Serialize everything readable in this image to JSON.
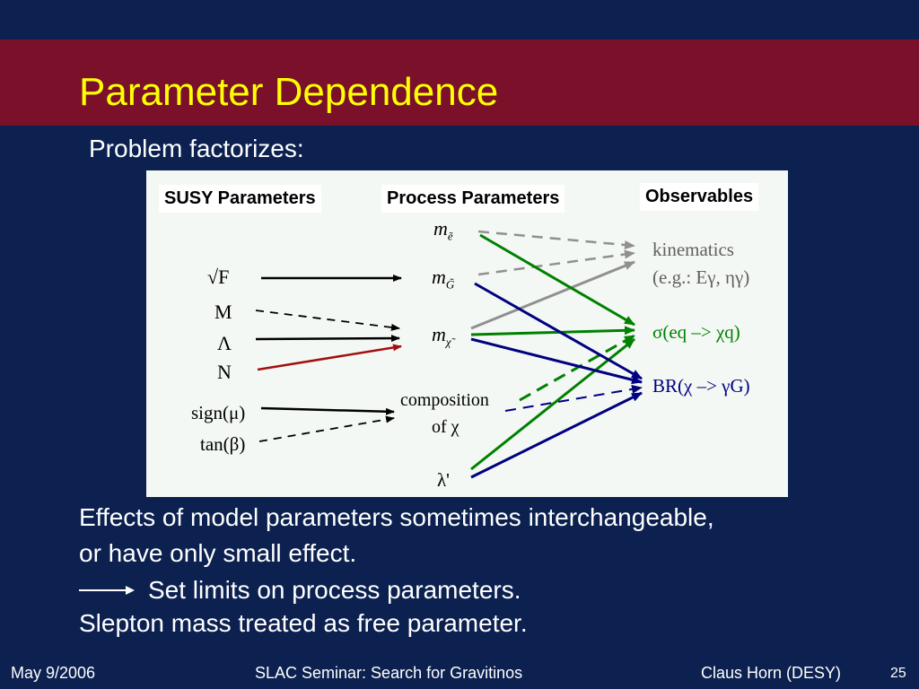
{
  "slide": {
    "title": "Parameter Dependence",
    "subtitle": "Problem factorizes:"
  },
  "diagram": {
    "headers": {
      "susy": "SUSY Parameters",
      "process": "Process Parameters",
      "observables": "Observables"
    },
    "susy_params": {
      "sqrtF": "√F",
      "M": "M",
      "Lambda": "Λ",
      "N": "N",
      "sign_mu": "sign(μ)",
      "tan_beta": "tan(β)"
    },
    "process_params": {
      "m_e": "m",
      "m_e_sub": "ẽ",
      "m_G": "m",
      "m_G_sub": "G̃",
      "m_chi": "m",
      "m_chi_sub": "χ̃",
      "composition_line1": "composition",
      "composition_line2": "of χ",
      "lambda_prime": "λ'"
    },
    "observables": {
      "kinematics_line1": "kinematics",
      "kinematics_line2": "(e.g.: Eγ, ηγ)",
      "sigma": "σ(eq –> χq)",
      "br": "BR(χ –> γG)"
    },
    "colors": {
      "kinematics": "#606060",
      "sigma": "#008000",
      "br": "#000080",
      "n_arrow": "#a01010"
    }
  },
  "body": {
    "line1": "Effects of model parameters sometimes interchangeable,",
    "line2": "or have only small effect.",
    "line3": "Set limits on process parameters.",
    "line4": "Slepton mass treated as free parameter."
  },
  "footer": {
    "date": "May 9/2006",
    "talk": "SLAC Seminar: Search for Gravitinos",
    "author": "Claus Horn (DESY)",
    "page": "25"
  }
}
